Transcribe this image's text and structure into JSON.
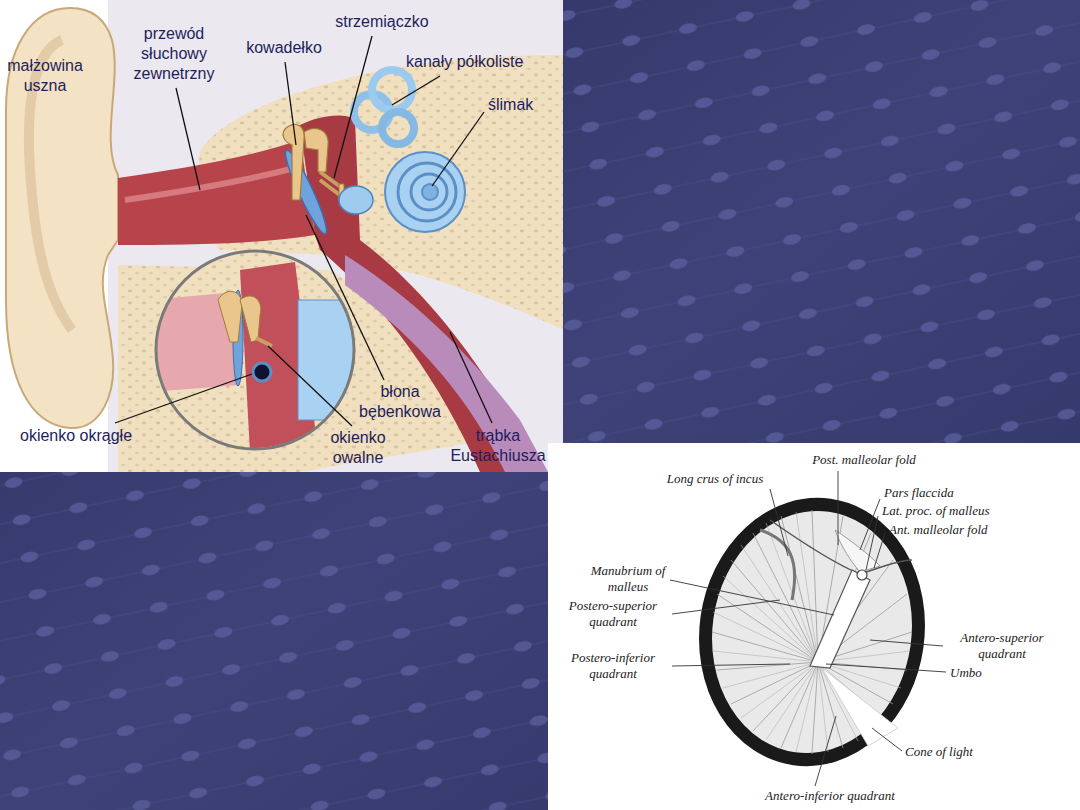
{
  "diagram": {
    "labels": [
      "małżowina uszna",
      "przewód słuchowy zewnetrzny",
      "kowadełko",
      "strzemiączko",
      "kanały półkoliste",
      "ślimak",
      "okienko okrągłe",
      "błona bębenkowa",
      "okienko owalne",
      "trąbka Eustachiusza",
      "Post. malleolar fold",
      "Long crus of incus",
      "Pars flaccida",
      "Lat. proc. of malleus",
      "Ant. malleolar fold",
      "Manubrium of malleus",
      "Postero-superior quadrant",
      "Antero-superior quadrant",
      "Postero-inferior quadrant",
      "Umbo",
      "Cone of light",
      "Antero-inferior quadrant"
    ]
  }
}
